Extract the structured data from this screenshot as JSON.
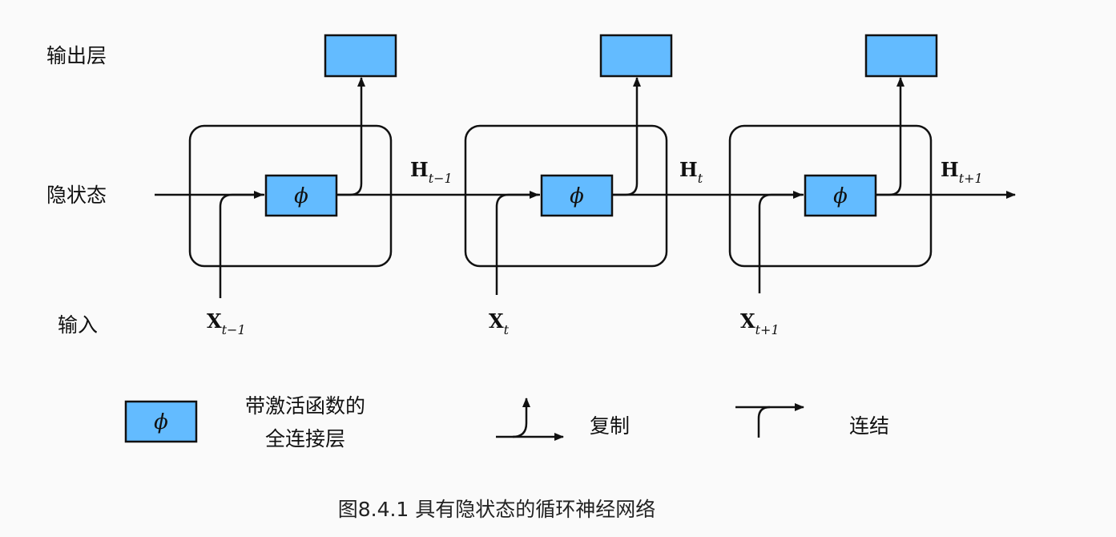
{
  "labels": {
    "output_layer": "输出层",
    "hidden_state": "隐状态",
    "input": "输入"
  },
  "cells": [
    {
      "phi": "ϕ",
      "hidden_out": {
        "main": "H",
        "sub": "t−1"
      },
      "input": {
        "main": "X",
        "sub": "t−1"
      }
    },
    {
      "phi": "ϕ",
      "hidden_out": {
        "main": "H",
        "sub": "t"
      },
      "input": {
        "main": "X",
        "sub": "t"
      }
    },
    {
      "phi": "ϕ",
      "hidden_out": {
        "main": "H",
        "sub": "t+1"
      },
      "input": {
        "main": "X",
        "sub": "t+1"
      }
    }
  ],
  "legend": {
    "fc_symbol": "ϕ",
    "fc_line1": "带激活函数的",
    "fc_line2": "全连接层",
    "copy": "复制",
    "concat": "连结"
  },
  "caption": "图8.4.1  具有隐状态的循环神经网络",
  "colors": {
    "box_fill": "#63bbff",
    "stroke": "#111111",
    "background": "#fafafa"
  }
}
